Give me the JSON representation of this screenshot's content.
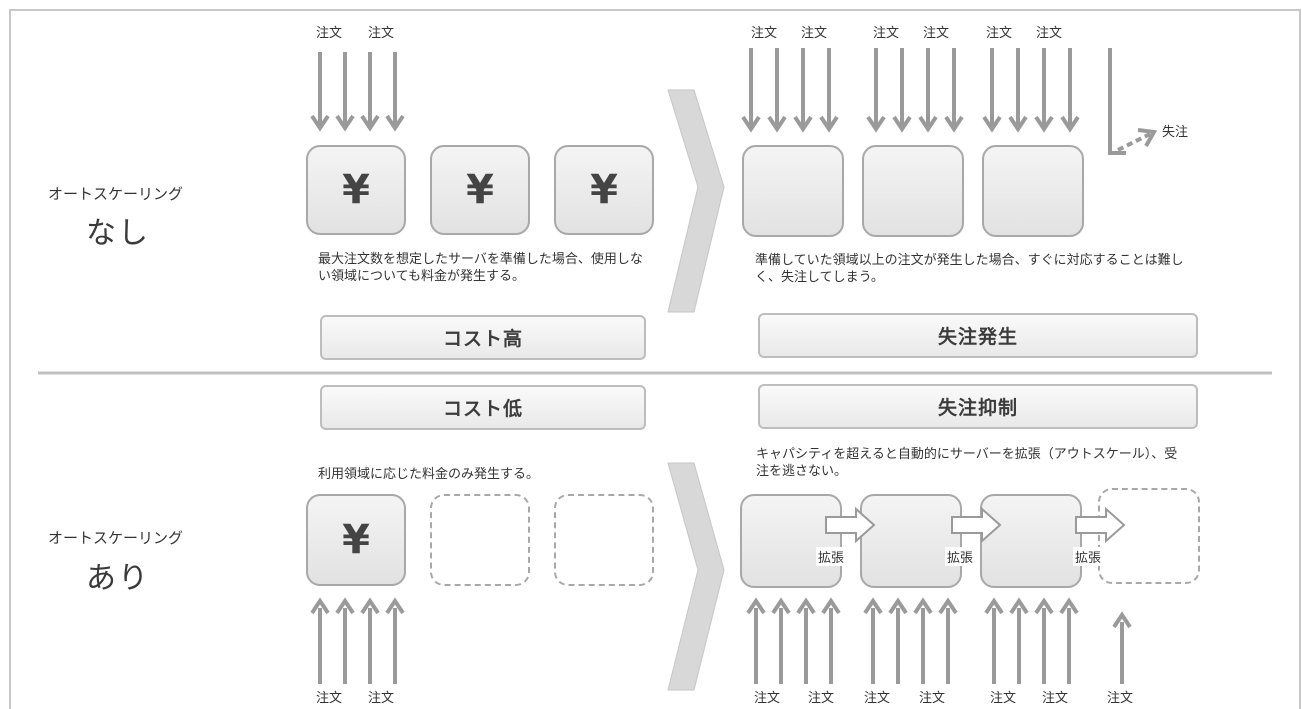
{
  "top_section": {
    "label": "オートスケーリング",
    "label_big": "なし",
    "left": {
      "order_labels": [
        "注文",
        "注文"
      ],
      "boxes": [
        {
          "symbol": "¥"
        },
        {
          "symbol": "¥"
        },
        {
          "symbol": "¥"
        }
      ],
      "description": "最大注文数を想定したサーバを準備した場合、使用しない領域についても料金が発生する。",
      "banner": "コスト高"
    },
    "right": {
      "order_labels": [
        "注文",
        "注文",
        "注文",
        "注文",
        "注文",
        "注文"
      ],
      "lost_order_label": "失注",
      "description": "準備していた領域以上の注文が発生した場合、すぐに対応することは難しく、失注してしまう。",
      "banner": "失注発生"
    }
  },
  "bottom_section": {
    "label": "オートスケーリング",
    "label_big": "あり",
    "left": {
      "banner": "コスト低",
      "description": "利用領域に応じた料金のみ発生する。",
      "boxes": [
        {
          "symbol": "¥"
        }
      ],
      "order_labels": [
        "注文",
        "注文"
      ]
    },
    "right": {
      "banner": "失注抑制",
      "description": "キャパシティを超えると自動的にサーバーを拡張（アウトスケール）、受注を逃さない。",
      "expand_labels": [
        "拡張",
        "拡張",
        "拡張"
      ],
      "order_labels": [
        "注文",
        "注文",
        "注文",
        "注文",
        "注文",
        "注文",
        "注文"
      ]
    }
  },
  "colors": {
    "arrow": "#9a9a9a",
    "box_border": "#a8a8a8",
    "banner_fill": "#eeeeee",
    "chevron": "#d8d8d8",
    "divider": "#c0c0c0"
  }
}
